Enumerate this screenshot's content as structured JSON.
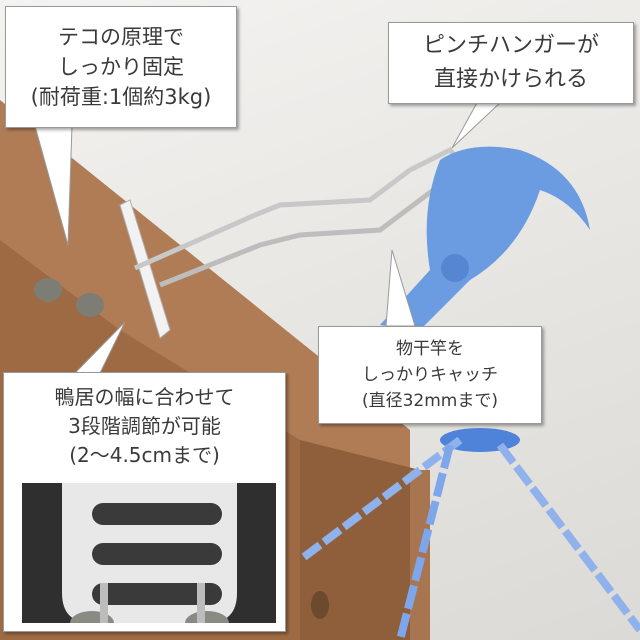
{
  "callouts": {
    "lever_principle": {
      "lines": [
        "テコの原理で",
        "しっかり固定",
        "(耐荷重:1個約3kg)"
      ]
    },
    "pinch_hanger": {
      "lines": [
        "ピンチハンガーが",
        "直接かけられる"
      ]
    },
    "pole_catch": {
      "lines": [
        "物干竿を",
        "しっかりキャッチ",
        "(直径32mmまで)"
      ]
    },
    "adjustment": {
      "lines": [
        "鴨居の幅に合わせて",
        "3段階調節が可能",
        "(2〜4.5cmまで)"
      ]
    }
  },
  "colors": {
    "wall": "#eceae6",
    "wood": "#a8754e",
    "hanger_blue": "#6b9be0",
    "metal": "#b9b9b9",
    "callout_bg": "#ffffff",
    "callout_text": "#3a3a3a"
  }
}
